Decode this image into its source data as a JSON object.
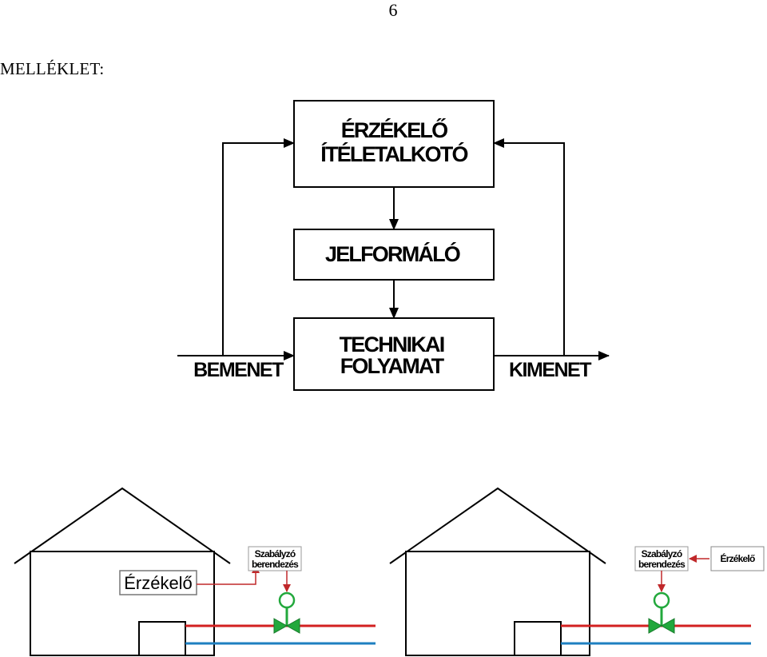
{
  "page": {
    "number": "6",
    "annex_title": "MELLÉKLET:"
  },
  "block_diagram": {
    "top_block": [
      "ÉRZÉKELŐ",
      "ÍTÉLETALKOTÓ"
    ],
    "middle_block": "JELFORMÁLÓ",
    "bottom_block": [
      "TECHNIKAI",
      "FOLYAMAT"
    ],
    "input_label": "BEMENET",
    "output_label": "KIMENET"
  },
  "house_left": {
    "sensor_label": "Érzékelő",
    "controller_label": [
      "Szabályzó",
      "berendezés"
    ]
  },
  "house_right": {
    "sensor_label": "Érzékelő",
    "controller_label": [
      "Szabályzó",
      "berendezés"
    ]
  },
  "colors": {
    "line": "#000000",
    "hot_pipe": "#d32020",
    "cold_pipe": "#1e7fc0",
    "valve": "#22a83c",
    "signal_arrow": "#c0282a"
  }
}
